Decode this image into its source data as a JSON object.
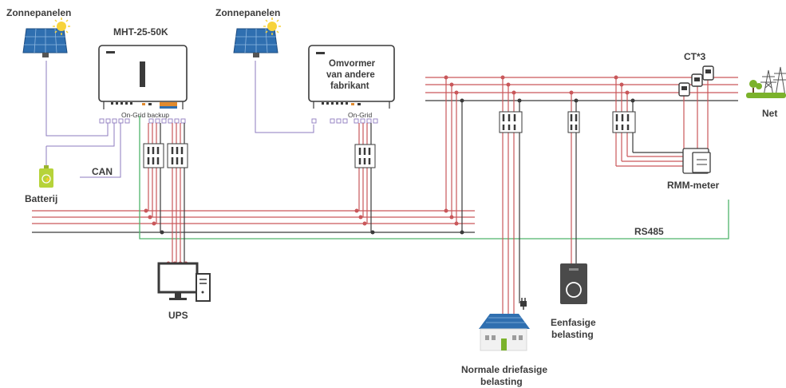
{
  "labels": {
    "solar_left": "Zonnepanelen",
    "solar_right": "Zonnepanelen",
    "inverter_main": "MHT-25-50K",
    "on_grid_backup": "On-Grid backup",
    "other_inverter_1": "Omvormer",
    "other_inverter_2": "van andere",
    "other_inverter_3": "fabrikant",
    "on_grid": "On-Grid",
    "battery": "Batterij",
    "can": "CAN",
    "ct": "CT*3",
    "grid": "Net",
    "rmm": "RMM-meter",
    "rs485": "RS485",
    "ups": "UPS",
    "three_phase_load_1": "Normale driefasige",
    "three_phase_load_2": "belasting",
    "single_phase_load_1": "Eenfasige",
    "single_phase_load_2": "belasting"
  },
  "colors": {
    "phase_line": "#c9575a",
    "neutral_line": "#3a3a3a",
    "signal_line": "#8e7bbf",
    "rs485_line": "#4fb36b",
    "device_outline": "#3a3a3a",
    "solar_panel": "#2f6fb0",
    "sun": "#f7d33a",
    "battery": "#b6d33a"
  },
  "icons": [
    "solar-panel-icon",
    "sun-icon",
    "inverter-icon",
    "battery-icon",
    "breaker-icon",
    "ct-sensor-icon",
    "meter-icon",
    "grid-tower-icon",
    "tree-icon",
    "ups-icon",
    "house-icon",
    "ev-charger-icon",
    "plug-icon"
  ]
}
